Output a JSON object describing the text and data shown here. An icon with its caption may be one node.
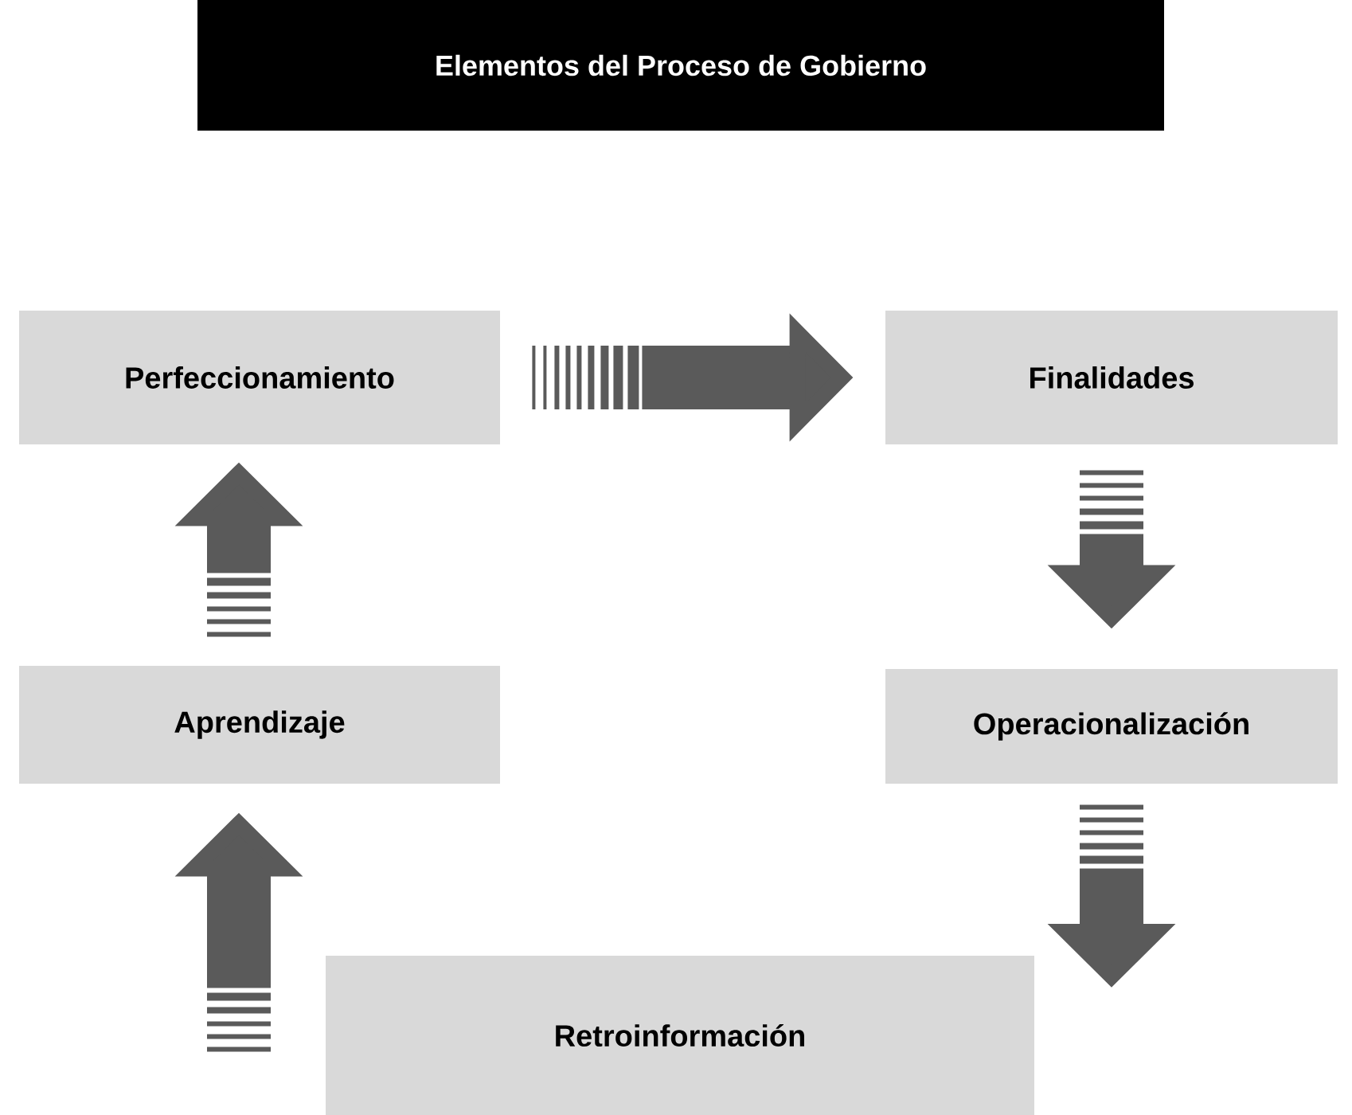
{
  "diagram": {
    "title": "Elementos del Proceso de Gobierno",
    "nodes": [
      {
        "text": [
          "Perfeccionamiento"
        ]
      },
      {
        "text": [
          "Finalidades"
        ]
      },
      {
        "text": [
          "Operacionalización"
        ]
      },
      {
        "text": [
          "Aprendizaje"
        ]
      },
      {
        "text": [
          "Retroinformación"
        ]
      }
    ],
    "edges": [
      {
        "from": 0,
        "to": 1,
        "arrow": "to"
      },
      {
        "from": 1,
        "to": 2,
        "arrow": "to"
      },
      {
        "from": 2,
        "to": 4,
        "arrow": "to"
      },
      {
        "from": 4,
        "to": 3,
        "arrow": "to"
      },
      {
        "from": 3,
        "to": 0,
        "arrow": "to"
      }
    ]
  }
}
